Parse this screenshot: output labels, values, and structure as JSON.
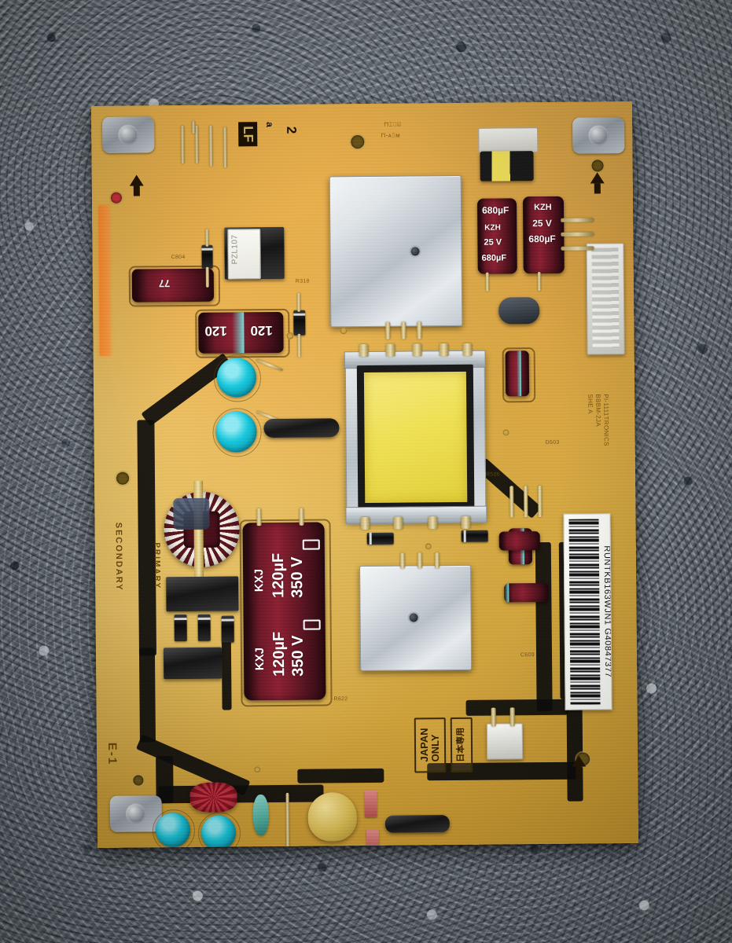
{
  "scene": {
    "title": "Power supply PCB photograph",
    "background_color": "#78828d",
    "pcb_color": "#d8ad46"
  },
  "board": {
    "silk_texts": {
      "secondary": "SECONDARY",
      "primary": "PRIMARY",
      "e1": "E-1",
      "lf": "LF",
      "lf_sub": "a",
      "digit2": "2",
      "japan_only_line1": "JAPAN",
      "japan_only_line2": "ONLY",
      "japan_jp": "日本専用",
      "right_edge_1": "SHE A",
      "right_edge_2": "BBBM-2JA",
      "right_edge_3": "PI-1111TRONICS"
    },
    "label": {
      "barcode_text": "RUNTKB163WJN1 G40847377"
    },
    "components": [
      {
        "ref": "C1",
        "name": "electrolytic-cap-680uf-25v",
        "text_lines": [
          "680µF",
          "25 V",
          "KZH"
        ]
      },
      {
        "ref": "C2",
        "name": "electrolytic-cap-680uf-25v-b",
        "text_lines": [
          "KZH",
          "25 V",
          "680µF"
        ]
      },
      {
        "ref": "C3",
        "name": "electrolytic-cap-120uf-350v-a",
        "text_lines": [
          "KXJ",
          "120µF",
          "350 V"
        ]
      },
      {
        "ref": "C4",
        "name": "electrolytic-cap-120uf-350v-b",
        "text_lines": [
          "KXJ",
          "120µF",
          "350 V"
        ]
      },
      {
        "ref": "C5",
        "name": "electrolytic-cap-small-upper-left",
        "text_lines": [
          "77"
        ]
      },
      {
        "ref": "C6",
        "name": "electrolytic-cap-120uf-teal",
        "text_lines": [
          "120",
          "120"
        ]
      },
      {
        "ref": "T1",
        "name": "main-transformer",
        "text_lines": []
      },
      {
        "ref": "PS107",
        "name": "relay-ps107",
        "text_lines": [
          "PZL107"
        ]
      },
      {
        "ref": "L1",
        "name": "toroidal-common-mode-choke",
        "text_lines": []
      },
      {
        "ref": "HS1",
        "name": "heatsink-upper",
        "text_lines": []
      },
      {
        "ref": "HS2",
        "name": "heatsink-lower",
        "text_lines": []
      },
      {
        "ref": "CN1",
        "name": "white-connector-right",
        "text_lines": []
      },
      {
        "ref": "CN2",
        "name": "white-connector-bottom",
        "text_lines": []
      }
    ]
  }
}
